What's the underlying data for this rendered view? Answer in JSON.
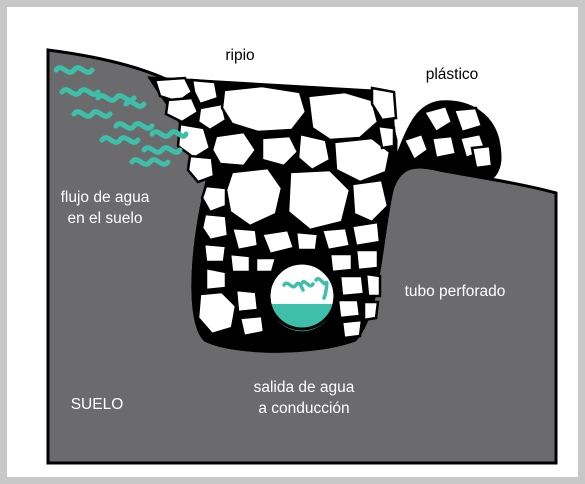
{
  "labels": {
    "gravel": "ripio",
    "plastic": "plástico",
    "soil_water_flow_line1": "flujo de agua",
    "soil_water_flow_line2": "en el suelo",
    "perforated_pipe": "tubo perforado",
    "water_outlet_line1": "salida de agua",
    "water_outlet_line2": "a conducción",
    "soil": "SUELO"
  },
  "colors": {
    "frame": "#c8c8c8",
    "soil": "#6b6b6d",
    "outline": "#000000",
    "water": "#3dbfa9",
    "label_on_soil": "#ffffff",
    "label_on_white": "#000000"
  }
}
